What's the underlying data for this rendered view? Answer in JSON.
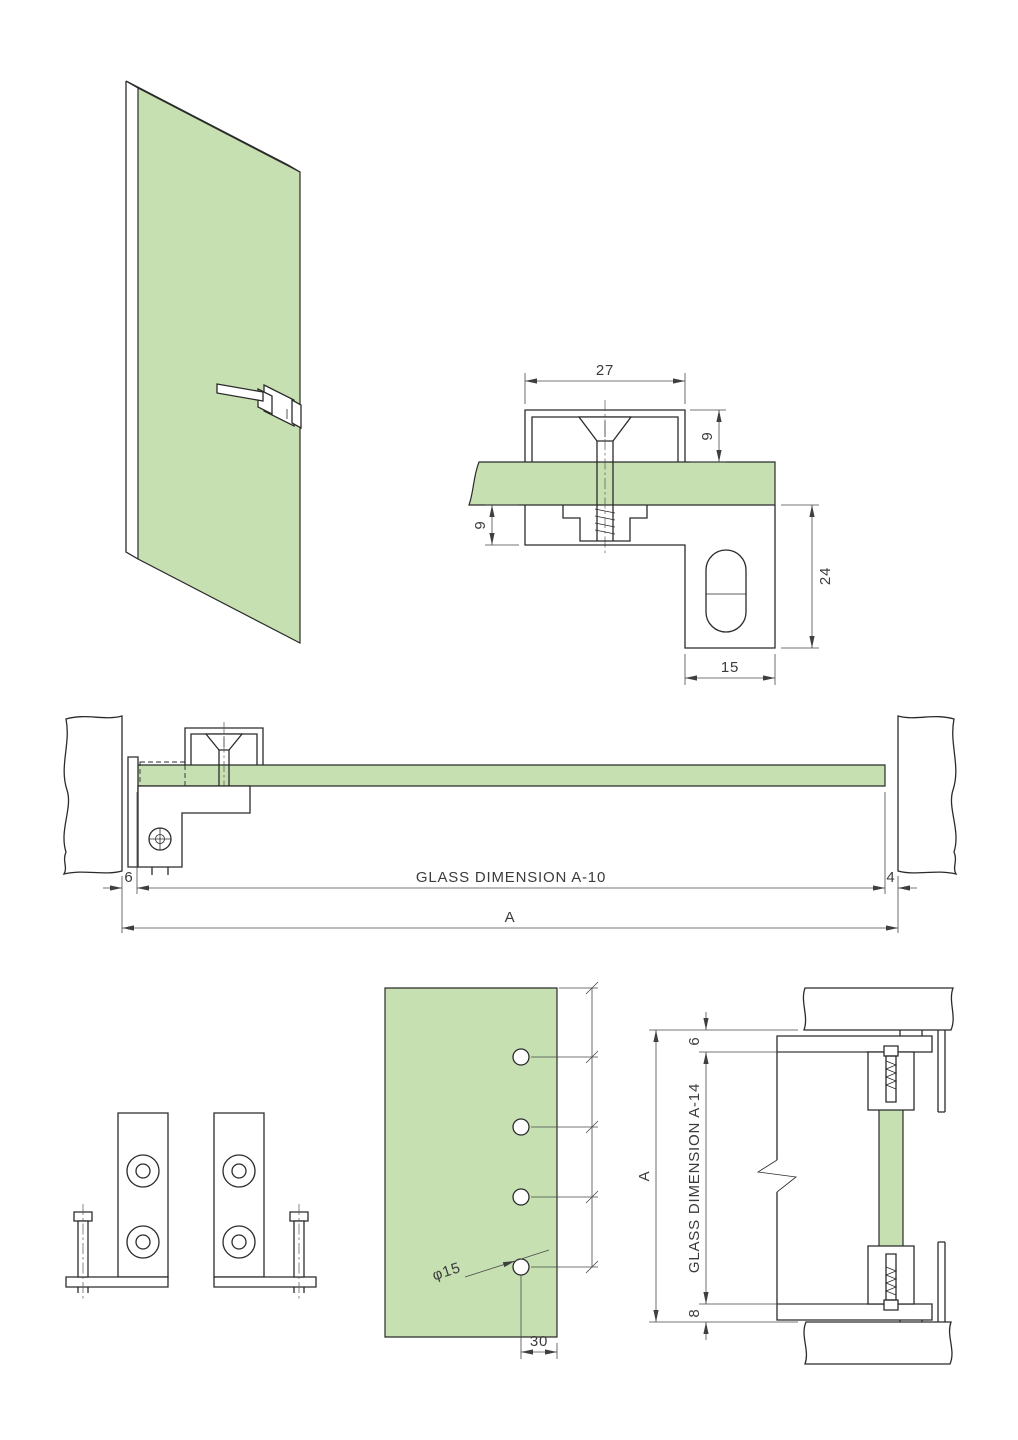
{
  "colors": {
    "glass": "#c6e0b2",
    "line": "#2b2b2b",
    "dimension": "#4a4a4a",
    "background": "#ffffff"
  },
  "drawing": {
    "detail": {
      "width": "27",
      "clamp_height": "9",
      "plate_offset": "9",
      "plate_height": "24",
      "leg_width": "15"
    },
    "plan": {
      "left_gap": "6",
      "glass_label": "GLASS DIMENSION A-10",
      "right_gap": "4",
      "overall": "A"
    },
    "drill": {
      "hole_label": "φ15",
      "edge_offset": "30"
    },
    "elev": {
      "top_gap": "6",
      "glass_label": "GLASS DIMENSION A-14",
      "bottom_gap": "8",
      "overall": "A"
    }
  }
}
